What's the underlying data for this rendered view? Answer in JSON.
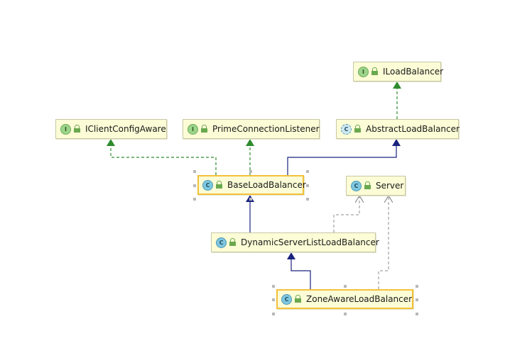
{
  "diagram": {
    "nodes": {
      "iloadbalancer": {
        "name": "ILoadBalancer",
        "kind": "interface",
        "badge": "I"
      },
      "iclientconfigaware": {
        "name": "IClientConfigAware",
        "kind": "interface",
        "badge": "I"
      },
      "primeconnectionlistener": {
        "name": "PrimeConnectionListener",
        "kind": "interface",
        "badge": "I"
      },
      "abstractloadbalancer": {
        "name": "AbstractLoadBalancer",
        "kind": "abstract-class",
        "badge": "C"
      },
      "baseloadbalancer": {
        "name": "BaseLoadBalancer",
        "kind": "class",
        "badge": "C",
        "selected": true
      },
      "server": {
        "name": "Server",
        "kind": "class",
        "badge": "C"
      },
      "dynamicserverlistloadbalancer": {
        "name": "DynamicServerListLoadBalancer",
        "kind": "class",
        "badge": "C"
      },
      "zoneawareloadbalancer": {
        "name": "ZoneAwareLoadBalancer",
        "kind": "class",
        "badge": "C",
        "selected": true
      }
    },
    "relations": [
      {
        "from": "abstractloadbalancer",
        "to": "iloadbalancer",
        "type": "implements"
      },
      {
        "from": "baseloadbalancer",
        "to": "iclientconfigaware",
        "type": "implements"
      },
      {
        "from": "baseloadbalancer",
        "to": "primeconnectionlistener",
        "type": "implements"
      },
      {
        "from": "baseloadbalancer",
        "to": "abstractloadbalancer",
        "type": "extends"
      },
      {
        "from": "dynamicserverlistloadbalancer",
        "to": "baseloadbalancer",
        "type": "extends"
      },
      {
        "from": "zoneawareloadbalancer",
        "to": "dynamicserverlistloadbalancer",
        "type": "extends"
      },
      {
        "from": "dynamicserverlistloadbalancer",
        "to": "server",
        "type": "depends"
      },
      {
        "from": "zoneawareloadbalancer",
        "to": "server",
        "type": "depends"
      }
    ],
    "colors": {
      "implements": "#2e8b2e",
      "extends": "#1a237e",
      "depends": "#8c8c8c",
      "node_fill": "#fcfcd6",
      "selected_border": "#f3c13a"
    }
  }
}
